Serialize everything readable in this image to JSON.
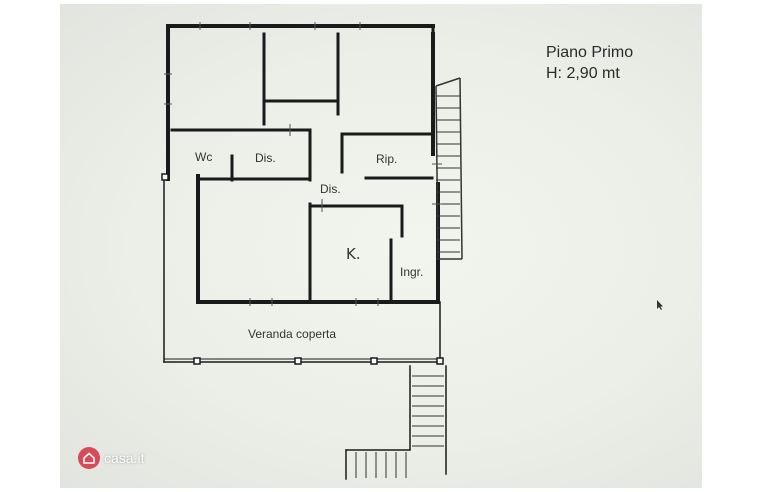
{
  "title": {
    "line1": "Piano Primo",
    "line2": "H: 2,90 mt"
  },
  "rooms": {
    "wc": "Wc",
    "dis_1": "Dis.",
    "ripostiglio": "Rip.",
    "dis_2": "Dis.",
    "kitchen": "K.",
    "ingresso": "Ingr.",
    "veranda": "Veranda coperta"
  },
  "watermark": {
    "text": "casa.it",
    "icon": "house-icon"
  },
  "colors": {
    "wall": "#1a1a1a",
    "brand": "#d84a57"
  }
}
